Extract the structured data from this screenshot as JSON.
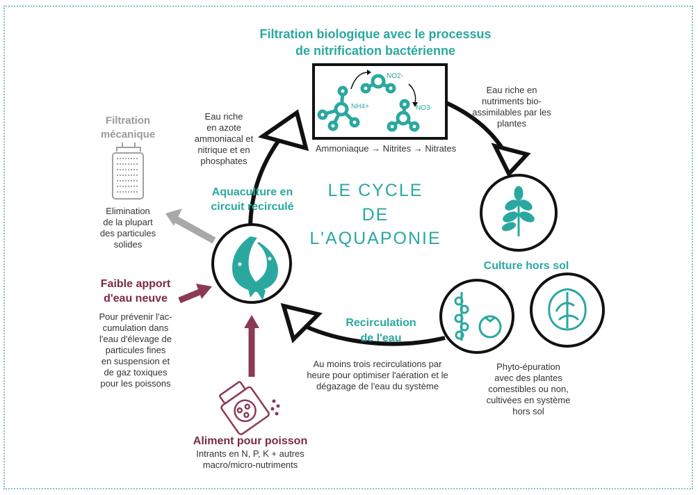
{
  "title": {
    "line1": "Filtration biologique avec le processus",
    "line2": "de nitrification bactérienne"
  },
  "nitrification": {
    "nh4": "NH4+",
    "no2": "NO2-",
    "no3": "NO3-",
    "sequence": "Ammoniaque → Nitrites → Nitrates"
  },
  "center": {
    "line1": "LE CYCLE",
    "line2": "DE",
    "line3": "L'AQUAPONIE"
  },
  "aquaculture": {
    "line1": "Aquaculture en",
    "line2": "circuit recirculé"
  },
  "water_rich_n": [
    "Eau riche",
    "en azote",
    "ammoniacal et",
    "nitrique et en",
    "phosphates"
  ],
  "water_rich_nutrients": [
    "Eau riche en",
    "nutriments bio-",
    "assimilables par les",
    "plantes"
  ],
  "mechanical": {
    "title1": "Filtration",
    "title2": "mécanique",
    "desc": [
      "Elimination",
      "de la plupart",
      "des particules",
      "solides"
    ]
  },
  "fresh_water": {
    "title1": "Faible apport",
    "title2": "d'eau neuve",
    "desc": [
      "Pour prévenir l'ac-",
      "cumulation dans",
      "l'eau d'élevage de",
      "particules fines",
      "en suspension et",
      "de gaz toxiques",
      "pour les poissons"
    ]
  },
  "fish_food": {
    "title": "Aliment pour poisson",
    "desc": [
      "Intrants en N, P, K + autres",
      "macro/micro-nutriments"
    ]
  },
  "recirculation": {
    "title1": "Recirculation",
    "title2": "de l'eau",
    "desc": [
      "Au moins trois recirculations par",
      "heure pour optimiser l'aération et le",
      "dégazage de l'eau du système"
    ]
  },
  "soilless": {
    "title": "Culture hors sol",
    "desc": [
      "Phyto-épuration",
      "avec des plantes",
      "comestibles ou non,",
      "cultivées en système",
      "hors sol"
    ]
  },
  "colors": {
    "teal": "#2aa8a0",
    "wine": "#7a2a45",
    "gray": "#9a9a9a",
    "text": "#333333",
    "frame": "#7ec4c4"
  },
  "icons": [
    "fish-icon",
    "herb-icon",
    "tomato-plant-icon",
    "tomato-icon",
    "lettuce-icon",
    "mechanical-filter-icon",
    "fish-food-icon",
    "molecule-icon"
  ]
}
